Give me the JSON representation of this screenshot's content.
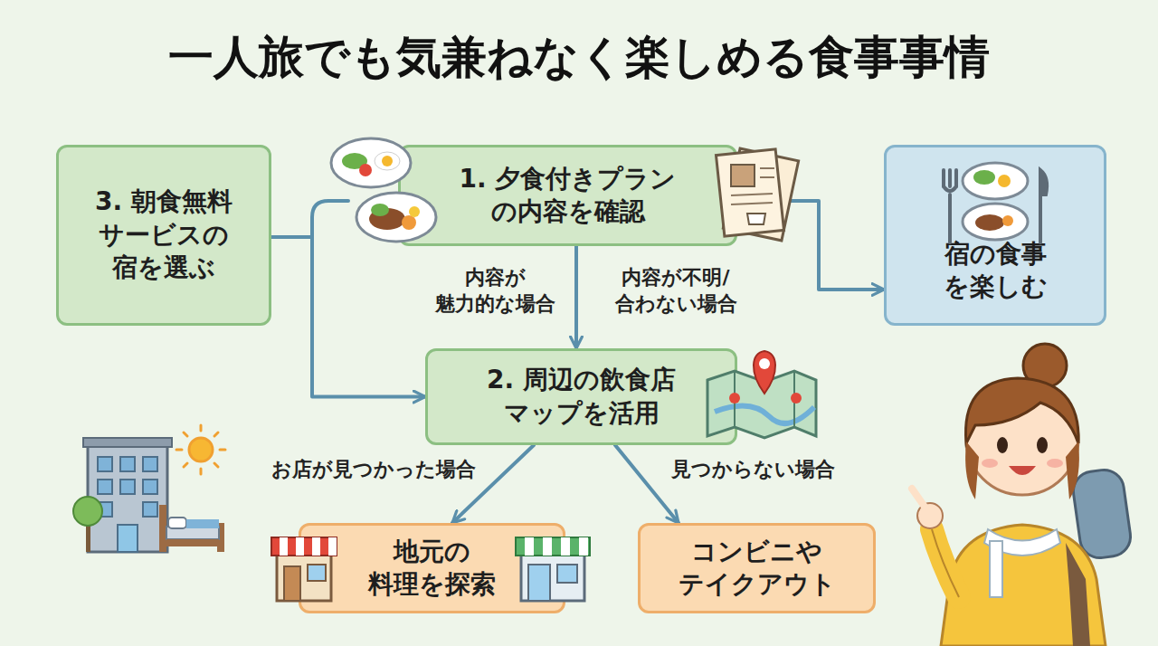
{
  "diagram": {
    "title": "一人旅でも気兼ねなく楽しめる食事事情",
    "nodes": [
      {
        "text": [
          "3. 朝食無料 サービスの 宿を選ぶ"
        ]
      },
      {
        "text": [
          "1. 夕食付きプラン の内容を確認"
        ]
      },
      {
        "text": [
          "宿の食事 を楽しむ"
        ]
      },
      {
        "text": [
          "2. 周辺の飲食店 マップを活用"
        ]
      },
      {
        "text": [
          "地元の 料理を探索"
        ]
      },
      {
        "text": [
          "コンビニや テイクアウト"
        ]
      }
    ],
    "edges": [
      {
        "from": 0,
        "to": 3,
        "arrow": "to"
      },
      {
        "from": 1,
        "to": 2,
        "arrow": "to"
      },
      {
        "from": 1,
        "to": 3,
        "label": "内容が不明/ 合わない場合",
        "arrow": "to"
      },
      {
        "from": 3,
        "to": 4,
        "label": "お店が見つかった場合",
        "arrow": "to"
      },
      {
        "from": 3,
        "to": 5,
        "label": "見つからない場合",
        "arrow": "to"
      }
    ],
    "labels": [
      "内容が 魅力的な場合"
    ]
  }
}
